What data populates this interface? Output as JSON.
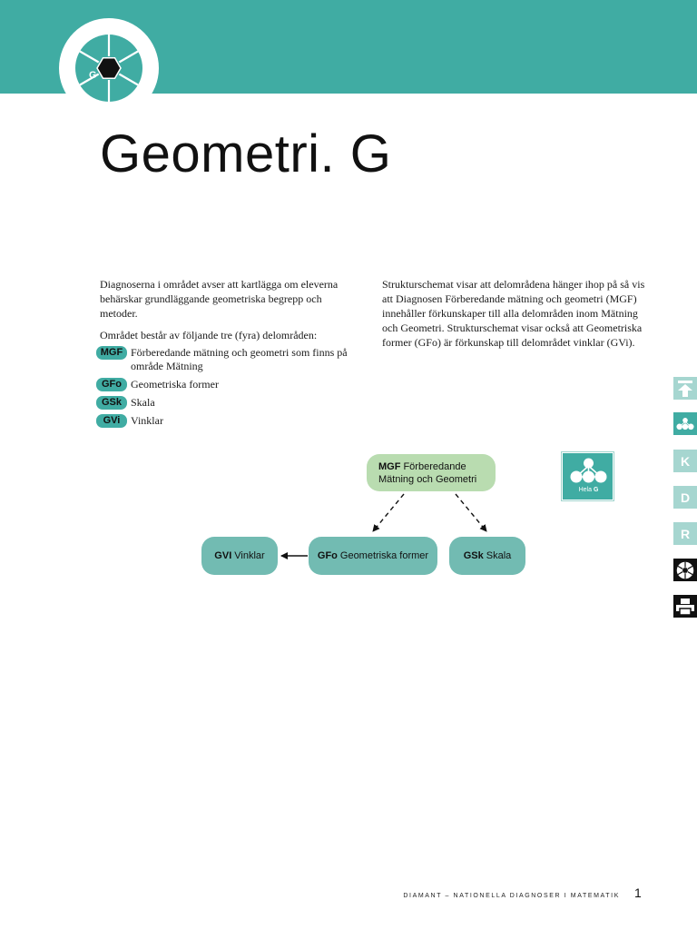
{
  "header": {
    "logo_letter": "G",
    "colors": {
      "bar": "#40aca3",
      "logo_dark": "#111111"
    }
  },
  "page": {
    "title": "Geometri. G"
  },
  "left_column": {
    "intro": "Diagnoserna i området avser att kartlägga om eleverna behärskar grundläggande geometriska begrepp och metoder.",
    "lead": "Området består av följande tre (fyra) delområden:",
    "subareas": [
      {
        "code": "MGF",
        "name": "Förberedande mätning och geometri som finns på område Mätning"
      },
      {
        "code": "GFo",
        "name": "Geometriska  former"
      },
      {
        "code": "GSk",
        "name": "Skala"
      },
      {
        "code": "GVi",
        "name": "Vinklar"
      }
    ]
  },
  "right_column": {
    "text": "Strukturschemat visar att delområdena hänger ihop på så vis att Diagnosen Förberedande mätning och geometri (MGF) innehåller förkunskaper till alla delområden inom Mätning och Geometri. Strukturschemat visar också att Geometriska former (GFo) är förkunskap till delområdet vinklar (GVi)."
  },
  "diagram": {
    "nodes": {
      "mgf": {
        "code": "MGF",
        "label_line1": "Förberedande",
        "label_line2": "Mätning och Geometri"
      },
      "gvi": {
        "code": "GVI",
        "label": "Vinklar"
      },
      "gfo": {
        "code": "GFo",
        "label": "Geometriska former"
      },
      "gsk": {
        "code": "GSk",
        "label": "Skala"
      }
    },
    "colors": {
      "node": "#72bbb2",
      "root_node": "#b9dcb0"
    }
  },
  "hela_button": {
    "prefix": "Hela",
    "letter": "G"
  },
  "side_nav": {
    "tabs": [
      {
        "name": "top",
        "icon": "arrow-up-to-top-icon"
      },
      {
        "name": "structure",
        "icon": "structure-tree-icon"
      },
      {
        "name": "K",
        "label": "K"
      },
      {
        "name": "D",
        "label": "D"
      },
      {
        "name": "R",
        "label": "R"
      },
      {
        "name": "diamond",
        "icon": "diamond-logo-icon"
      },
      {
        "name": "print",
        "icon": "printer-icon"
      }
    ]
  },
  "footer": {
    "text": "DIAMANT – NATIONELLA DIAGNOSER I MATEMATIK",
    "page_number": "1"
  }
}
